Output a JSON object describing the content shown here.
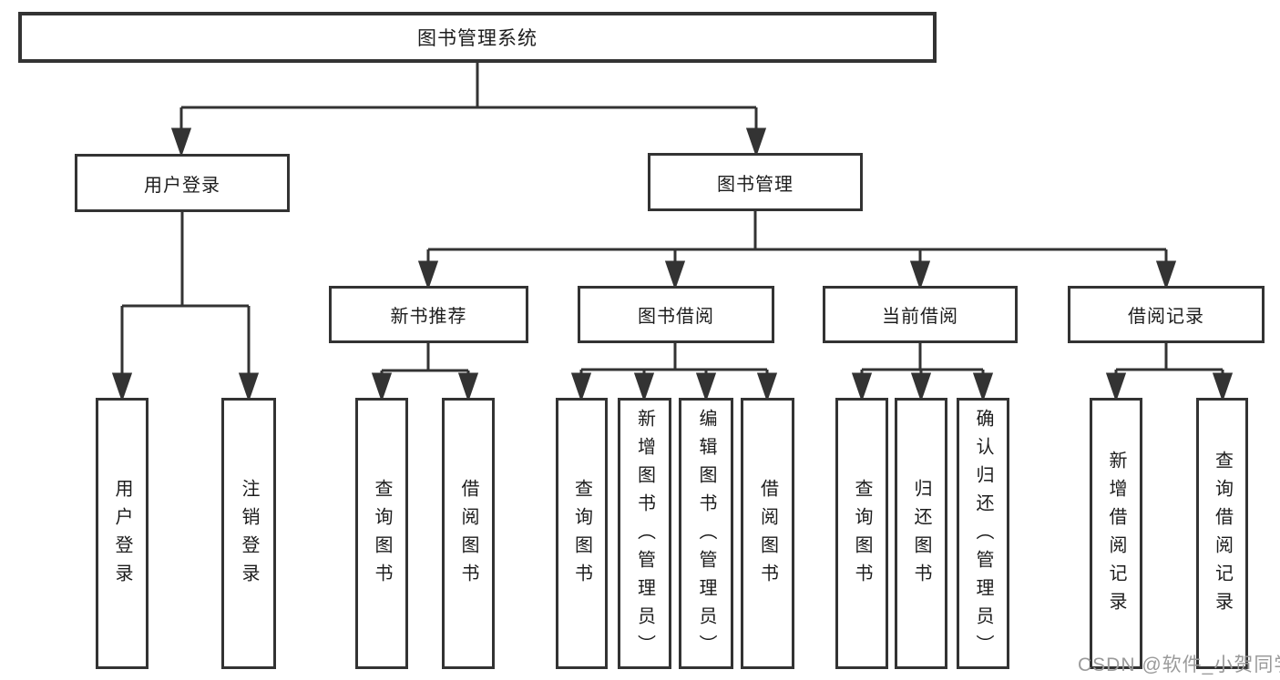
{
  "colors": {
    "line": "#333333",
    "box_border": "#333333",
    "text": "#1c1c1c",
    "watermark": "#9a9a9a",
    "background": "#ffffff"
  },
  "tree": {
    "root": {
      "label": "图书管理系统",
      "children": [
        {
          "label": "用户登录",
          "children": [
            {
              "label": "用户登录"
            },
            {
              "label": "注销登录"
            }
          ]
        },
        {
          "label": "图书管理",
          "children": [
            {
              "label": "新书推荐",
              "children": [
                {
                  "label": "查询图书"
                },
                {
                  "label": "借阅图书"
                }
              ]
            },
            {
              "label": "图书借阅",
              "children": [
                {
                  "label": "查询图书"
                },
                {
                  "label": "新增图书（管理员）"
                },
                {
                  "label": "编辑图书（管理员）"
                },
                {
                  "label": "借阅图书"
                }
              ]
            },
            {
              "label": "当前借阅",
              "children": [
                {
                  "label": "查询图书"
                },
                {
                  "label": "归还图书"
                },
                {
                  "label": "确认归还（管理员）"
                }
              ]
            },
            {
              "label": "借阅记录",
              "children": [
                {
                  "label": "新增借阅记录"
                },
                {
                  "label": "查询借阅记录"
                }
              ]
            }
          ]
        }
      ]
    }
  },
  "watermark": {
    "text": "CSDN @软件_小贺同学"
  }
}
